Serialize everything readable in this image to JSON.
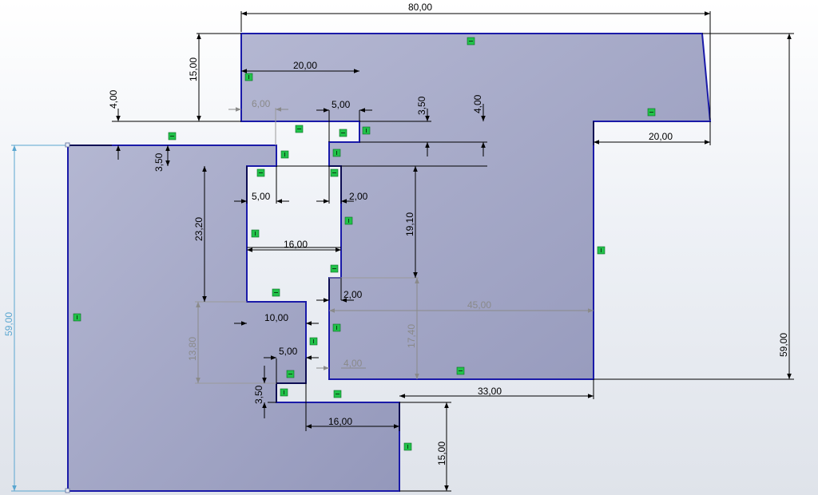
{
  "dimensions": {
    "overall_width": "80,00",
    "top_band_height": "15,00",
    "upper_slot_width": "20,00",
    "step_4_left": "4,00",
    "ref_6": "6,00",
    "neck_5_top": "5,00",
    "step_3_5_top": "3,50",
    "step_4_right": "4,00",
    "step_3_5_left": "3,50",
    "slot_5": "5,00",
    "gap_2_top": "2,00",
    "left_height_23_2": "23,20",
    "right_height_19_1": "19,10",
    "inner_16_top": "16,00",
    "gap_2_mid": "2,00",
    "ref_45": "45,00",
    "pocket_10": "10,00",
    "ref_13_8": "13,80",
    "ref_17_4": "17,40",
    "neck_5_bottom": "5,00",
    "ref_4_bottom": "4,00",
    "step_3_5_bottom": "3,50",
    "bottom_33": "33,00",
    "bottom_16": "16,00",
    "bottom_15": "15,00",
    "right_step_20": "20,00",
    "right_height_59": "59,00",
    "left_height_59": "59,00"
  },
  "colors": {
    "fill": "#a3a7c6",
    "outline": "#1a1aa8",
    "dimension": "#000000",
    "reference": "#8a8a8a",
    "driven": "#5aa6d0",
    "relation_marker": "#22c24a"
  }
}
